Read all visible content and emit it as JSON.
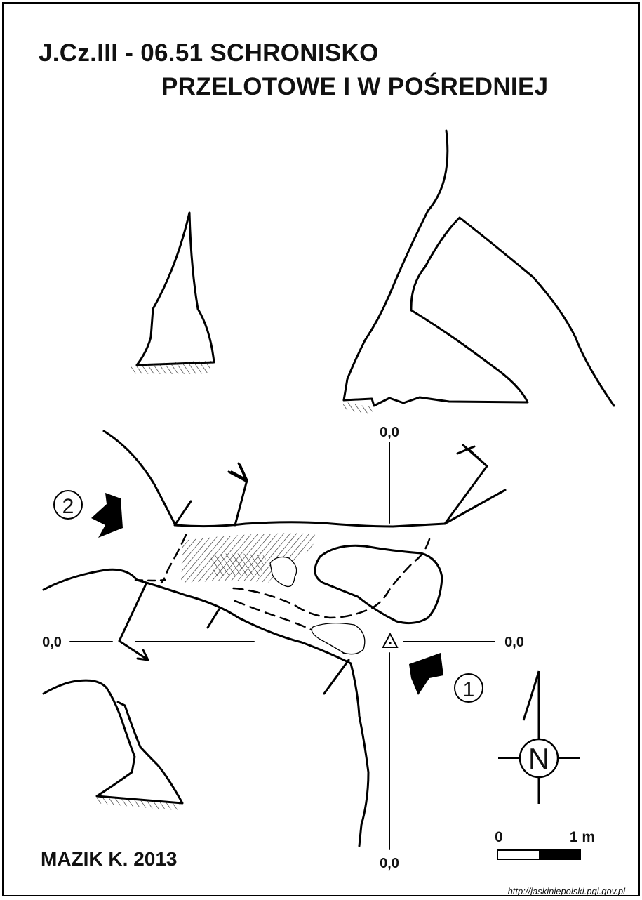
{
  "title": {
    "line1": "J.Cz.III - 06.51  SCHRONISKO",
    "line2": "PRZELOTOWE I W POŚREDNIEJ"
  },
  "author": "MAZIK K. 2013",
  "source_url": "http://jaskiniepolski.pgi.gov.pl",
  "section_labels": {
    "top": "0,0",
    "left": "0,0",
    "right": "0,0",
    "bottom": "0,0"
  },
  "entrances": {
    "first": "1",
    "second": "2"
  },
  "north_arrow": {
    "letter": "N"
  },
  "scale_bar": {
    "start_label": "0",
    "end_label": "1 m"
  }
}
